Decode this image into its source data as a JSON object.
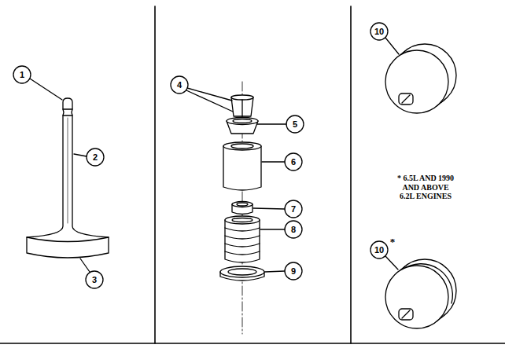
{
  "diagram": {
    "labels": [
      "1",
      "2",
      "3",
      "4",
      "5",
      "6",
      "7",
      "8",
      "9",
      "10",
      "10",
      "*",
      "* 6.5L AND 1990 AND ABOVE 6.2L ENGINES"
    ]
  }
}
